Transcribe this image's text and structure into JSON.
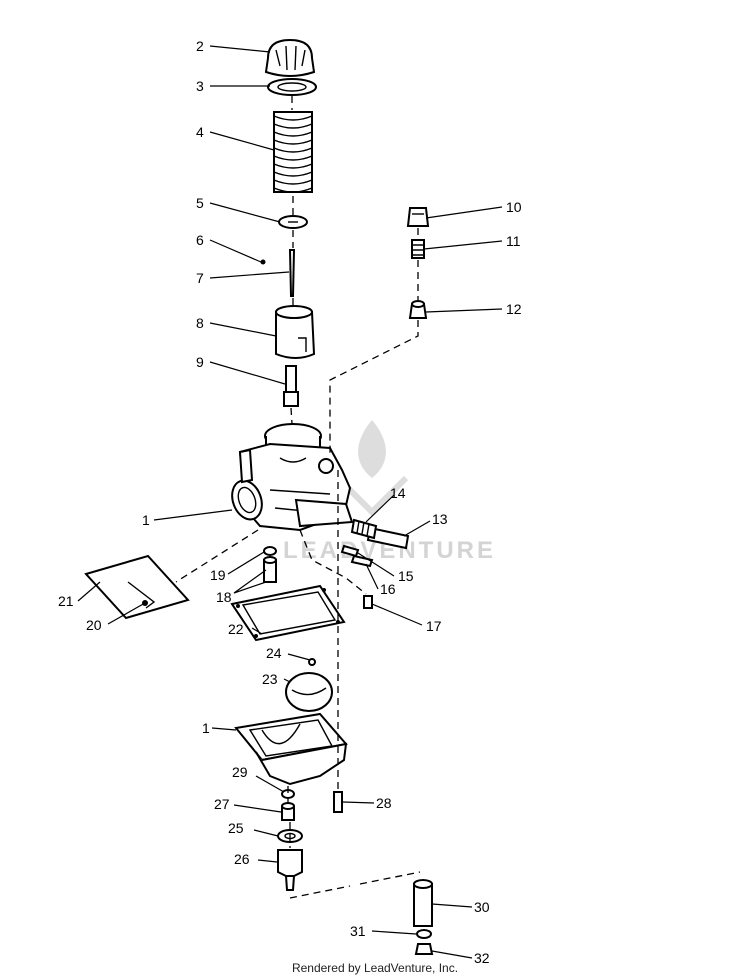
{
  "diagram": {
    "callouts": [
      "1",
      "2",
      "3",
      "4",
      "5",
      "6",
      "7",
      "8",
      "9",
      "10",
      "11",
      "12",
      "13",
      "14",
      "15",
      "16",
      "17",
      "18",
      "19",
      "20",
      "21",
      "22",
      "23",
      "24",
      "25",
      "26",
      "27",
      "28",
      "29",
      "30",
      "31",
      "32"
    ],
    "colors": {
      "line": "#000000",
      "background": "#ffffff",
      "watermark": "#d4d4d4"
    }
  },
  "watermark": {
    "text": "LEADVENTURE",
    "icon": "flame-logo-icon"
  },
  "footer": {
    "credit": "Rendered by LeadVenture, Inc."
  }
}
